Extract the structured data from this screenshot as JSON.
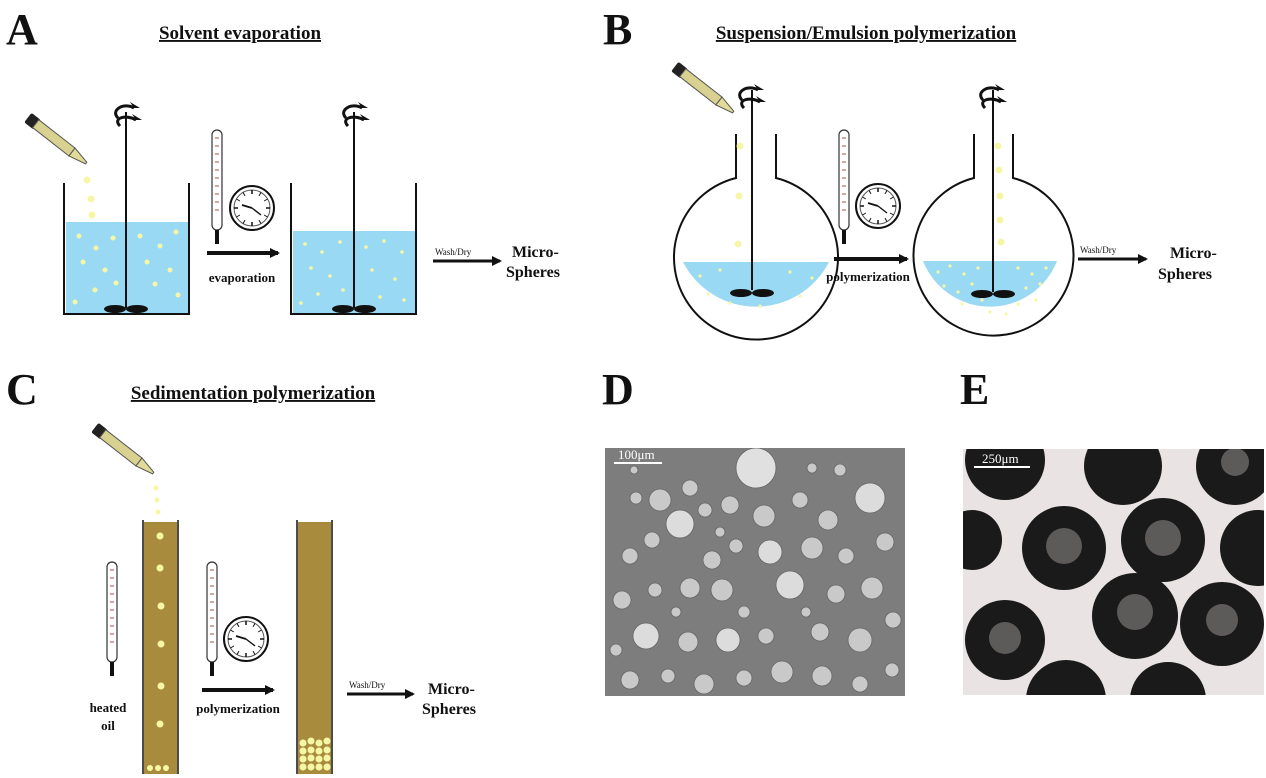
{
  "panels": {
    "A": {
      "letter": "A",
      "title": "Solvent evaporation",
      "arrow_label": "evaporation",
      "wash_label": "Wash/Dry",
      "result_line1": "Micro-",
      "result_line2": "Spheres"
    },
    "B": {
      "letter": "B",
      "title": "Suspension/Emulsion polymerization",
      "arrow_label": "polymerization",
      "wash_label": "Wash/Dry",
      "result_line1": "Micro-",
      "result_line2": "Spheres"
    },
    "C": {
      "letter": "C",
      "title": "Sedimentation polymerization",
      "oil_line1": "heated",
      "oil_line2": "oil",
      "arrow_label": "polymerization",
      "wash_label": "Wash/Dry",
      "result_line1": "Micro-",
      "result_line2": "Spheres"
    },
    "D": {
      "letter": "D",
      "scale_label": "100μm"
    },
    "E": {
      "letter": "E",
      "scale_label": "250μm"
    }
  },
  "colors": {
    "liquid": "#99d9f4",
    "droplet": "#f6f7a6",
    "oil": "#a88b3c",
    "sem_bg": "#7d7d7d",
    "micro_bg": "#e9e3e3"
  },
  "icons": [
    "pipette-icon",
    "stirrer-icon",
    "thermometer-icon",
    "clock-icon"
  ]
}
